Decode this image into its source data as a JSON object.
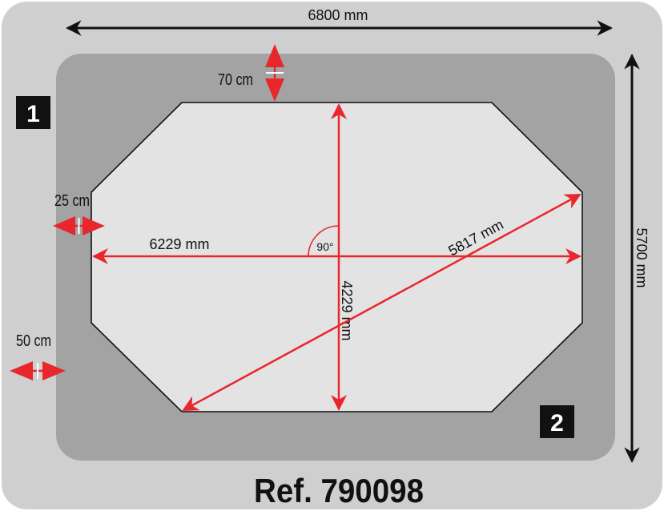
{
  "colors": {
    "outer_zone": "#cfcfcf",
    "inner_zone": "#a3a3a3",
    "pool": "#e3e3e3",
    "dimension_arrow_red": "#e8262b",
    "dimension_arrow_black": "#111111",
    "badge": "#111111"
  },
  "dimensions": {
    "overall_width": "6800 mm",
    "overall_height": "5700 mm",
    "pool_width": "6229 mm",
    "pool_length": "4229 mm",
    "pool_diagonal": "5817 mm",
    "angle": "90°"
  },
  "margins": {
    "top": "70 cm",
    "left": "25 cm",
    "outer_left": "50 cm"
  },
  "badges": {
    "zone_1": "1",
    "zone_2": "2"
  },
  "reference": "Ref. 790098"
}
